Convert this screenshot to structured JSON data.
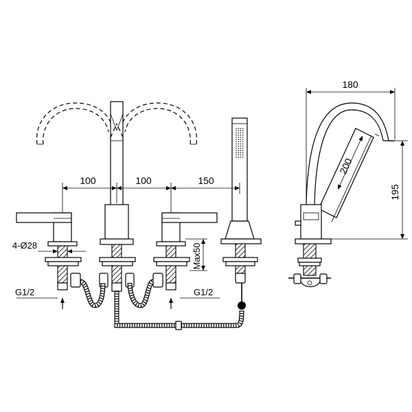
{
  "dimensions": {
    "spacing_left": "100",
    "spacing_middle": "100",
    "spacing_right": "150",
    "side_width": "180",
    "spout_length": "200",
    "side_height": "195",
    "hole_diameter": "4-Ø28",
    "max_thickness": "Max50",
    "thread_left": "G1/2",
    "thread_right": "G1/2"
  }
}
